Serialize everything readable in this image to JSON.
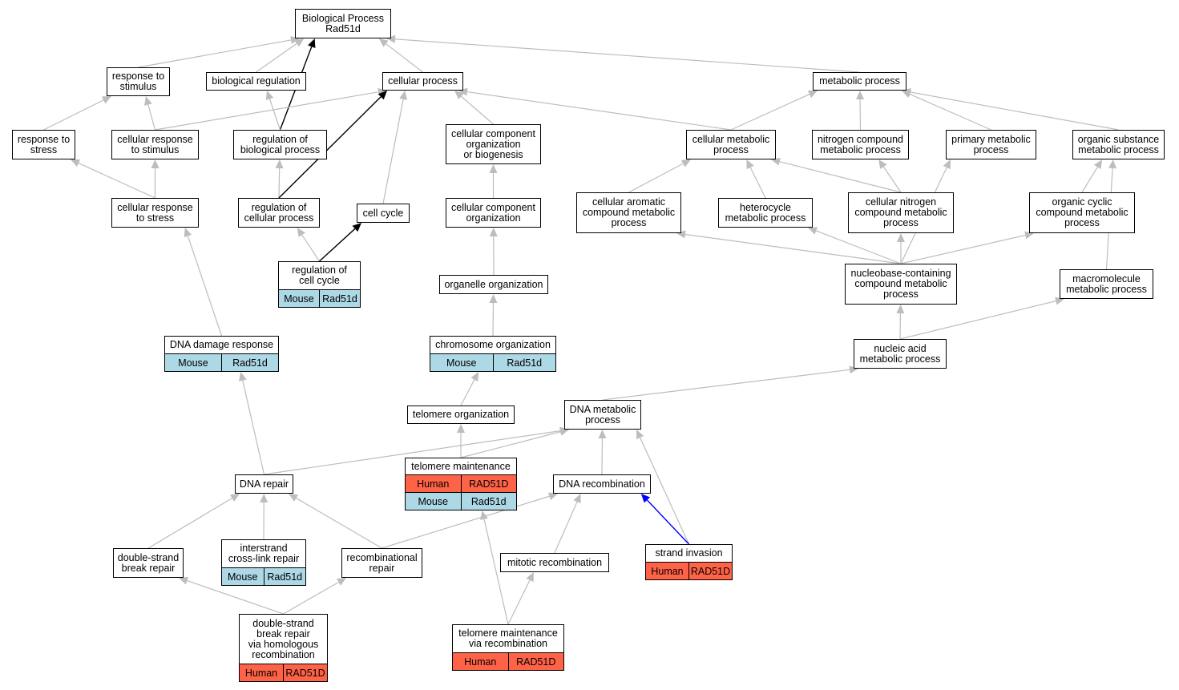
{
  "colors": {
    "human": "#ff6347",
    "mouse": "#add8e6",
    "edge_default": "#bdbdbd",
    "edge_emphasis": "#000000",
    "edge_blue": "#0000ff"
  },
  "nodes": {
    "bp": {
      "label": "Biological Process\nRad51d"
    },
    "response_to_stimulus": {
      "label": "response to\nstimulus"
    },
    "biological_regulation": {
      "label": "biological regulation"
    },
    "cellular_process": {
      "label": "cellular process"
    },
    "metabolic_process": {
      "label": "metabolic process"
    },
    "response_to_stress": {
      "label": "response to\nstress"
    },
    "cellular_response_to_stimulus": {
      "label": "cellular response\nto stimulus"
    },
    "regulation_of_biological_process": {
      "label": "regulation of\nbiological process"
    },
    "cellular_component_org_biogenesis": {
      "label": "cellular component\norganization\nor biogenesis"
    },
    "cellular_metabolic_process": {
      "label": "cellular metabolic\nprocess"
    },
    "nitrogen_compound_metabolic_process": {
      "label": "nitrogen compound\nmetabolic process"
    },
    "primary_metabolic_process": {
      "label": "primary metabolic\nprocess"
    },
    "organic_substance_metabolic_process": {
      "label": "organic substance\nmetabolic process"
    },
    "cellular_response_to_stress": {
      "label": "cellular response\nto stress"
    },
    "regulation_of_cellular_process": {
      "label": "regulation of\ncellular process"
    },
    "cell_cycle": {
      "label": "cell cycle"
    },
    "cellular_component_organization": {
      "label": "cellular component\norganization"
    },
    "cellular_aromatic_compound_metabolic_process": {
      "label": "cellular aromatic\ncompound metabolic\nprocess"
    },
    "heterocycle_metabolic_process": {
      "label": "heterocycle\nmetabolic process"
    },
    "cellular_nitrogen_compound_metabolic_process": {
      "label": "cellular nitrogen\ncompound metabolic\nprocess"
    },
    "organic_cyclic_compound_metabolic_process": {
      "label": "organic cyclic\ncompound metabolic\nprocess"
    },
    "regulation_of_cell_cycle": {
      "label": "regulation of\ncell cycle",
      "badges": [
        [
          "Mouse",
          "Rad51d"
        ]
      ]
    },
    "organelle_organization": {
      "label": "organelle organization"
    },
    "nucleobase_containing_compound_metabolic_process": {
      "label": "nucleobase-containing\ncompound metabolic\nprocess"
    },
    "macromolecule_metabolic_process": {
      "label": "macromolecule\nmetabolic process"
    },
    "dna_damage_response": {
      "label": "DNA damage response",
      "badges": [
        [
          "Mouse",
          "Rad51d"
        ]
      ]
    },
    "chromosome_organization": {
      "label": "chromosome organization",
      "badges": [
        [
          "Mouse",
          "Rad51d"
        ]
      ]
    },
    "nucleic_acid_metabolic_process": {
      "label": "nucleic acid\nmetabolic process"
    },
    "telomere_organization": {
      "label": "telomere organization"
    },
    "dna_metabolic_process": {
      "label": "DNA metabolic\nprocess"
    },
    "telomere_maintenance": {
      "label": "telomere maintenance",
      "badges": [
        [
          "Human",
          "RAD51D"
        ],
        [
          "Mouse",
          "Rad51d"
        ]
      ]
    },
    "dna_repair": {
      "label": "DNA repair"
    },
    "dna_recombination": {
      "label": "DNA recombination"
    },
    "double_strand_break_repair": {
      "label": "double-strand\nbreak repair"
    },
    "interstrand_cross_link_repair": {
      "label": "interstrand\ncross-link repair",
      "badges": [
        [
          "Mouse",
          "Rad51d"
        ]
      ]
    },
    "recombinational_repair": {
      "label": "recombinational\nrepair"
    },
    "mitotic_recombination": {
      "label": "mitotic recombination"
    },
    "strand_invasion": {
      "label": "strand invasion",
      "badges": [
        [
          "Human",
          "RAD51D"
        ]
      ]
    },
    "dsb_repair_via_homologous_recombination": {
      "label": "double-strand\nbreak repair\nvia homologous\nrecombination",
      "badges": [
        [
          "Human",
          "RAD51D"
        ]
      ]
    },
    "telomere_maintenance_via_recombination": {
      "label": "telomere maintenance\nvia recombination",
      "badges": [
        [
          "Human",
          "RAD51D"
        ]
      ]
    }
  },
  "edges": [
    [
      "response_to_stimulus",
      "bp",
      "default"
    ],
    [
      "biological_regulation",
      "bp",
      "default"
    ],
    [
      "cellular_process",
      "bp",
      "default"
    ],
    [
      "metabolic_process",
      "bp",
      "default"
    ],
    [
      "regulation_of_biological_process",
      "bp",
      "emphasis"
    ],
    [
      "regulation_of_biological_process",
      "biological_regulation",
      "default"
    ],
    [
      "response_to_stress",
      "response_to_stimulus",
      "default"
    ],
    [
      "cellular_response_to_stimulus",
      "response_to_stimulus",
      "default"
    ],
    [
      "cellular_response_to_stimulus",
      "cellular_process",
      "default"
    ],
    [
      "cellular_component_org_biogenesis",
      "cellular_process",
      "default"
    ],
    [
      "cellular_metabolic_process",
      "cellular_process",
      "default"
    ],
    [
      "cellular_metabolic_process",
      "metabolic_process",
      "default"
    ],
    [
      "nitrogen_compound_metabolic_process",
      "metabolic_process",
      "default"
    ],
    [
      "primary_metabolic_process",
      "metabolic_process",
      "default"
    ],
    [
      "organic_substance_metabolic_process",
      "metabolic_process",
      "default"
    ],
    [
      "cellular_response_to_stress",
      "response_to_stress",
      "default"
    ],
    [
      "cellular_response_to_stress",
      "cellular_response_to_stimulus",
      "default"
    ],
    [
      "regulation_of_cellular_process",
      "regulation_of_biological_process",
      "default"
    ],
    [
      "regulation_of_cellular_process",
      "cellular_process",
      "emphasis"
    ],
    [
      "cell_cycle",
      "cellular_process",
      "default"
    ],
    [
      "cellular_component_organization",
      "cellular_component_org_biogenesis",
      "default"
    ],
    [
      "cellular_aromatic_compound_metabolic_process",
      "cellular_metabolic_process",
      "default"
    ],
    [
      "heterocycle_metabolic_process",
      "cellular_metabolic_process",
      "default"
    ],
    [
      "cellular_nitrogen_compound_metabolic_process",
      "cellular_metabolic_process",
      "default"
    ],
    [
      "cellular_nitrogen_compound_metabolic_process",
      "nitrogen_compound_metabolic_process",
      "default"
    ],
    [
      "organic_cyclic_compound_metabolic_process",
      "organic_substance_metabolic_process",
      "default"
    ],
    [
      "regulation_of_cell_cycle",
      "regulation_of_cellular_process",
      "default"
    ],
    [
      "regulation_of_cell_cycle",
      "cell_cycle",
      "emphasis"
    ],
    [
      "organelle_organization",
      "cellular_component_organization",
      "default"
    ],
    [
      "nucleobase_containing_compound_metabolic_process",
      "cellular_aromatic_compound_metabolic_process",
      "default"
    ],
    [
      "nucleobase_containing_compound_metabolic_process",
      "heterocycle_metabolic_process",
      "default"
    ],
    [
      "nucleobase_containing_compound_metabolic_process",
      "cellular_nitrogen_compound_metabolic_process",
      "default"
    ],
    [
      "nucleobase_containing_compound_metabolic_process",
      "organic_cyclic_compound_metabolic_process",
      "default"
    ],
    [
      "nucleobase_containing_compound_metabolic_process",
      "primary_metabolic_process",
      "default"
    ],
    [
      "macromolecule_metabolic_process",
      "organic_substance_metabolic_process",
      "default"
    ],
    [
      "dna_damage_response",
      "cellular_response_to_stress",
      "default"
    ],
    [
      "chromosome_organization",
      "organelle_organization",
      "default"
    ],
    [
      "nucleic_acid_metabolic_process",
      "nucleobase_containing_compound_metabolic_process",
      "default"
    ],
    [
      "nucleic_acid_metabolic_process",
      "macromolecule_metabolic_process",
      "default"
    ],
    [
      "telomere_organization",
      "chromosome_organization",
      "default"
    ],
    [
      "dna_metabolic_process",
      "nucleic_acid_metabolic_process",
      "default"
    ],
    [
      "telomere_maintenance",
      "telomere_organization",
      "default"
    ],
    [
      "telomere_maintenance",
      "dna_metabolic_process",
      "default"
    ],
    [
      "dna_repair",
      "dna_damage_response",
      "default"
    ],
    [
      "dna_repair",
      "dna_metabolic_process",
      "default"
    ],
    [
      "dna_recombination",
      "dna_metabolic_process",
      "default"
    ],
    [
      "strand_invasion",
      "dna_metabolic_process",
      "default"
    ],
    [
      "strand_invasion",
      "dna_recombination",
      "blue"
    ],
    [
      "double_strand_break_repair",
      "dna_repair",
      "default"
    ],
    [
      "interstrand_cross_link_repair",
      "dna_repair",
      "default"
    ],
    [
      "recombinational_repair",
      "dna_repair",
      "default"
    ],
    [
      "recombinational_repair",
      "dna_recombination",
      "default"
    ],
    [
      "mitotic_recombination",
      "dna_recombination",
      "default"
    ],
    [
      "dsb_repair_via_homologous_recombination",
      "double_strand_break_repair",
      "default"
    ],
    [
      "dsb_repair_via_homologous_recombination",
      "recombinational_repair",
      "default"
    ],
    [
      "telomere_maintenance_via_recombination",
      "telomere_maintenance",
      "default"
    ],
    [
      "telomere_maintenance_via_recombination",
      "mitotic_recombination",
      "default"
    ]
  ]
}
